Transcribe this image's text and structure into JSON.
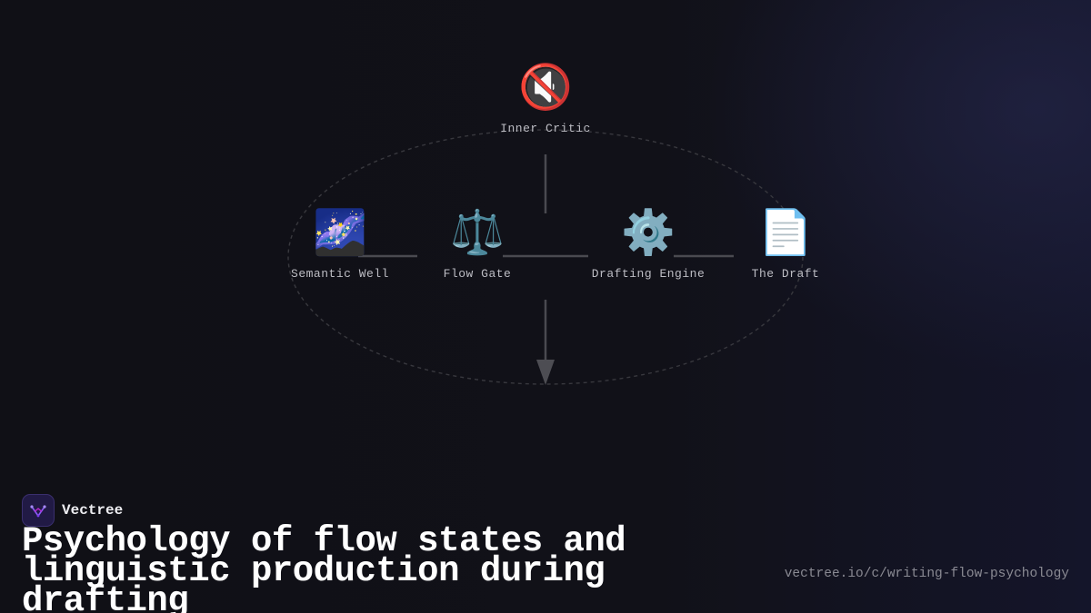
{
  "diagram": {
    "nodes": [
      {
        "id": "inner-critic",
        "icon": "🔇",
        "icon_name": "muted-speaker-icon",
        "label": "Inner Critic"
      },
      {
        "id": "semantic-well",
        "icon": "🌌",
        "icon_name": "milky-way-icon",
        "label": "Semantic Well"
      },
      {
        "id": "flow-gate",
        "icon": "⚖️",
        "icon_name": "balance-scale-icon",
        "label": "Flow Gate"
      },
      {
        "id": "drafting-engine",
        "icon": "⚙️",
        "icon_name": "gear-icon",
        "label": "Drafting Engine"
      },
      {
        "id": "the-draft",
        "icon": "📄",
        "icon_name": "document-icon",
        "label": "The Draft"
      }
    ],
    "colors": {
      "connector": "#4a4a50",
      "ellipse": "#3a3a40"
    }
  },
  "brand": {
    "name": "Vectree",
    "logo_icon": "vectree-logo-icon"
  },
  "headline": "Psychology of flow states and linguistic production during drafting",
  "url": "vectree.io/c/writing-flow-psychology"
}
